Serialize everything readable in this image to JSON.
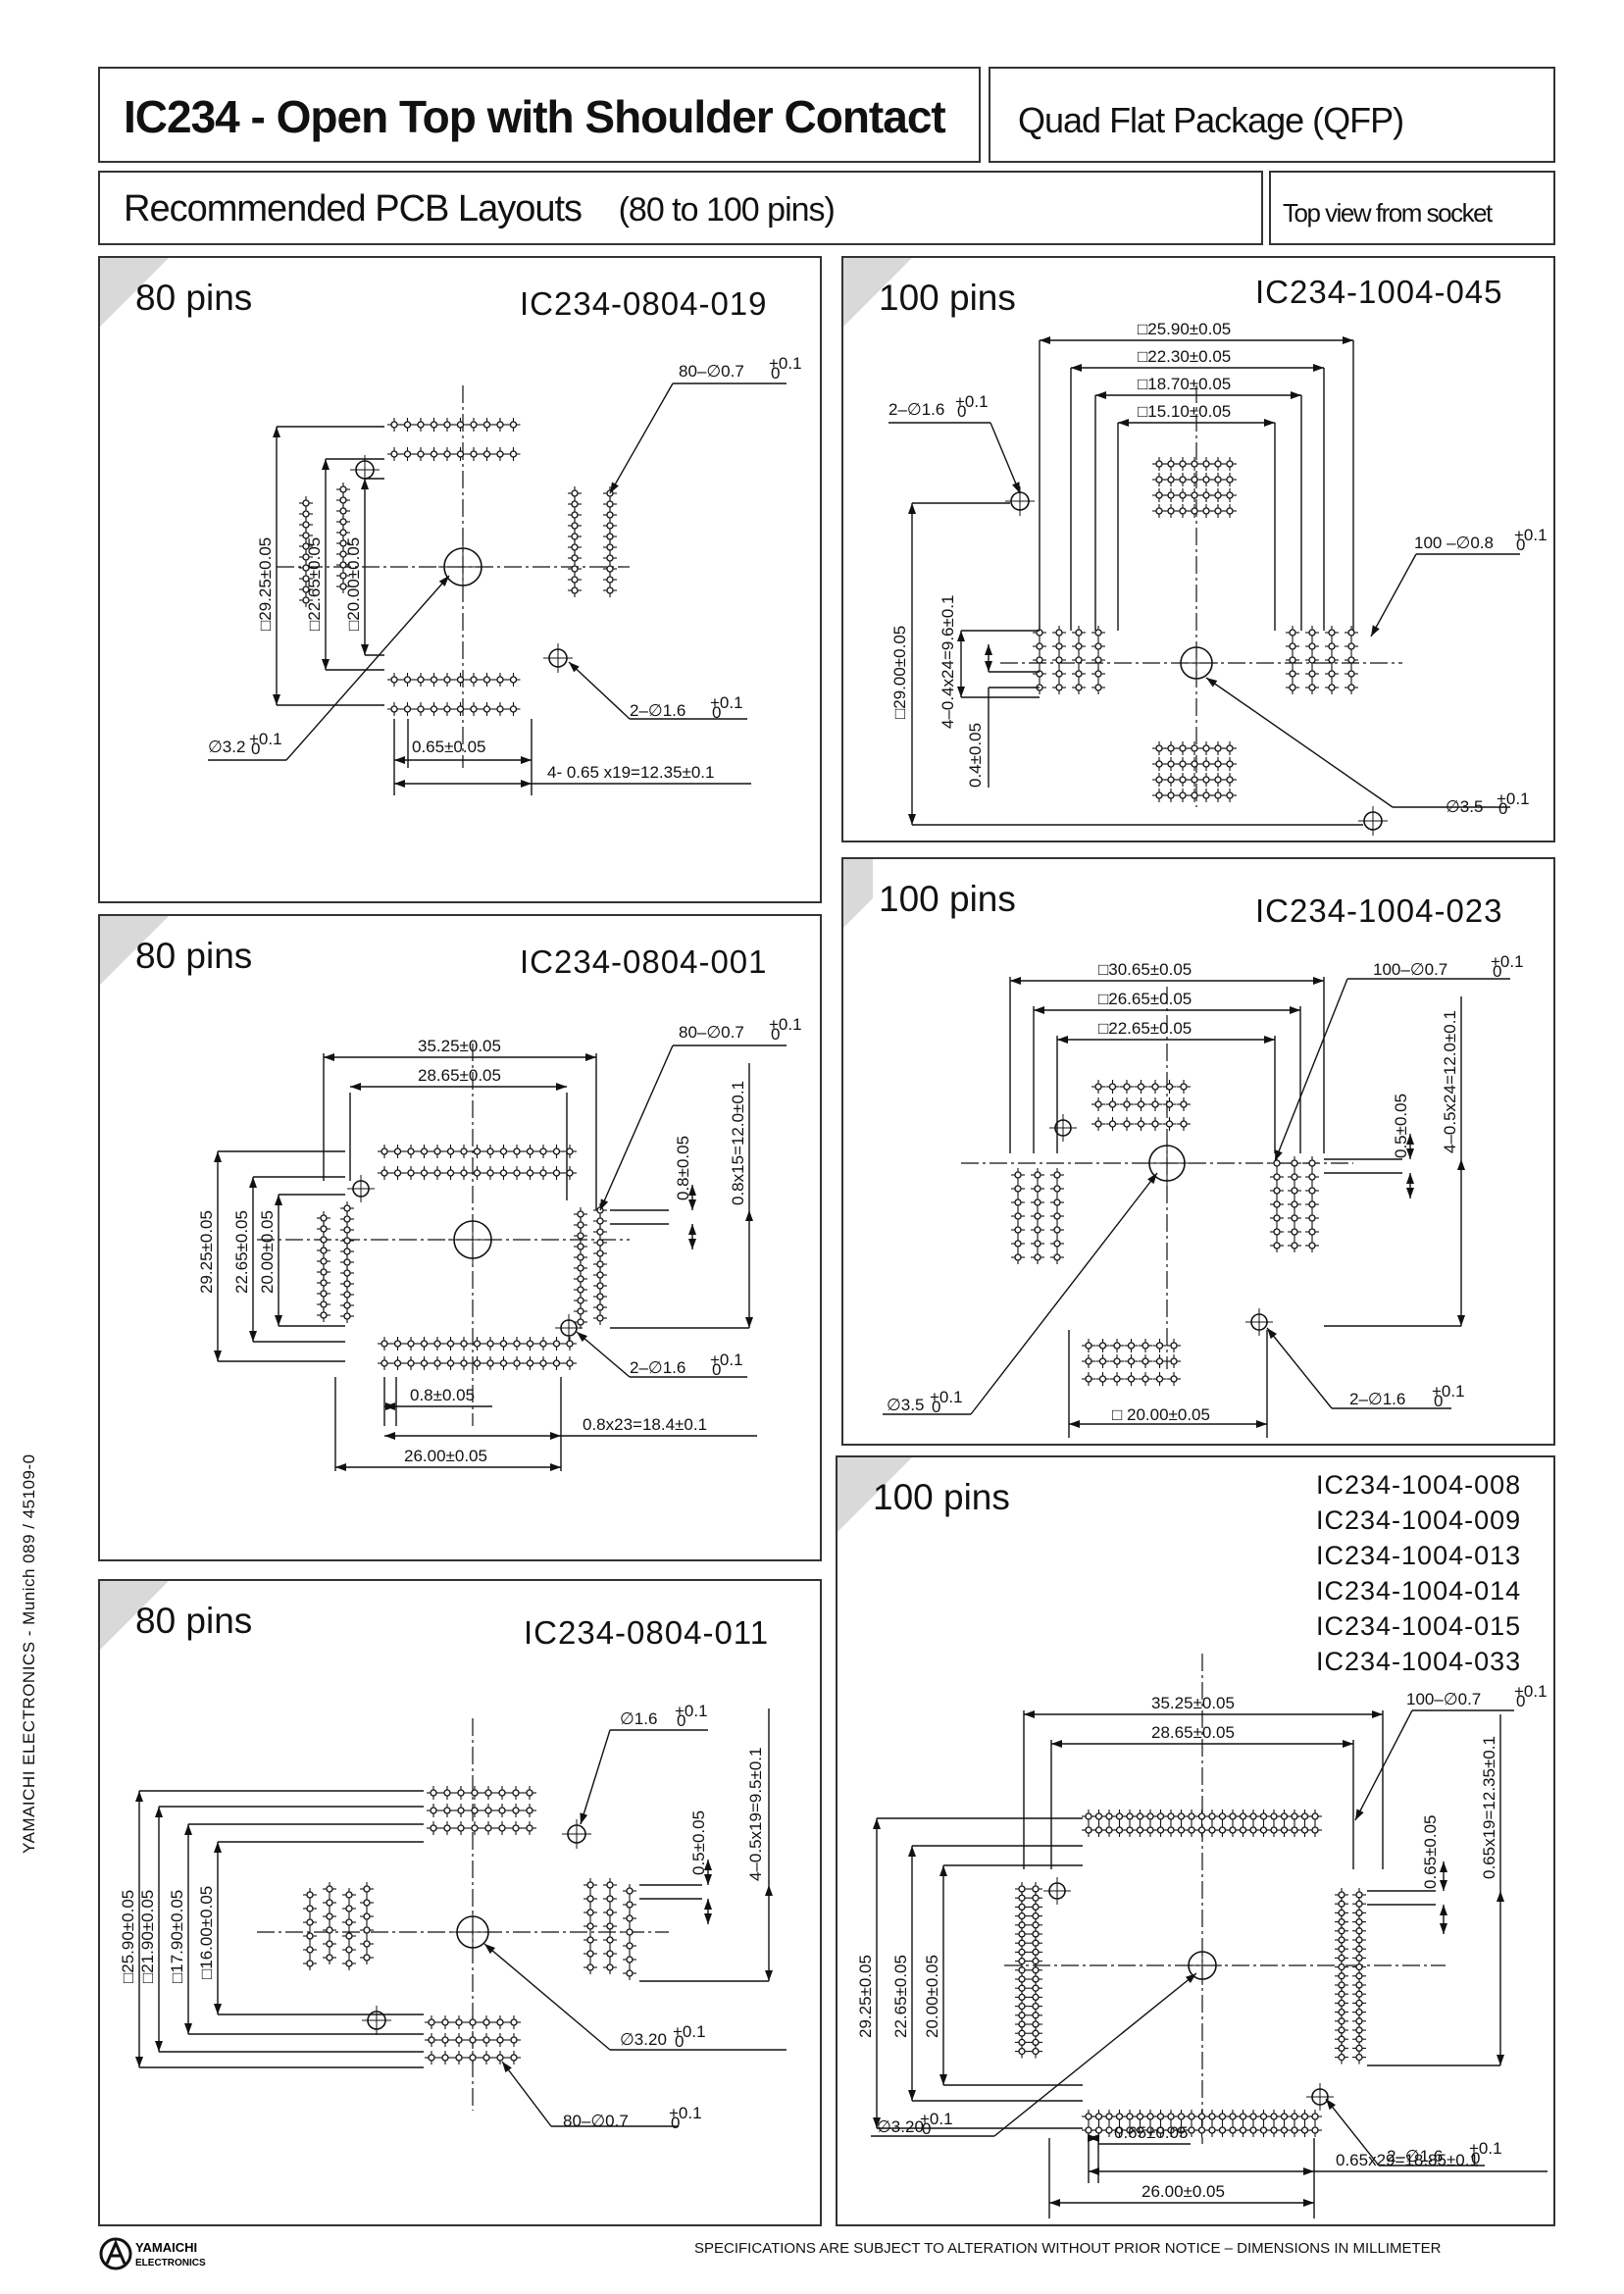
{
  "header": {
    "main_title": "IC234 - Open Top with Shoulder Contact",
    "package_type": "Quad Flat Package (QFP)",
    "sub_title": "Recommended PCB Layouts",
    "pin_range": "(80 to 100 pins)",
    "view_note": "Top view from socket"
  },
  "panels": [
    {
      "pins": "80 pins",
      "code": "IC234-0804-019",
      "dims": [
        "80–∅0.7",
        "□29.25±0.05",
        "□22.65±0.05",
        "□20.00±0.05",
        "2–∅1.6",
        "∅3.2",
        "0.65±0.05",
        "4- 0.65 x19=12.35±0.1"
      ]
    },
    {
      "pins": "100 pins",
      "code": "IC234-1004-045",
      "dims": [
        "□25.90±0.05",
        "□22.30±0.05",
        "□18.70±0.05",
        "□15.10±0.05",
        "2–∅1.6",
        "100 –∅0.8",
        "□29.00±0.05",
        "4–0.4x24=9.6±0.1",
        "0.4±0.05",
        "∅3.5"
      ]
    },
    {
      "pins": "80 pins",
      "code": "IC234-0804-001",
      "dims": [
        "35.25±0.05",
        "28.65±0.05",
        "80–∅0.7",
        "0.8±0.05",
        "0.8x15=12.0±0.1",
        "29.25±0.05",
        "22.65±0.05",
        "20.00±0.05",
        "2–∅1.6",
        "0.8±0.05",
        "0.8x23=18.4±0.1",
        "26.00±0.05"
      ]
    },
    {
      "pins": "100 pins",
      "code": "IC234-1004-023",
      "dims": [
        "□30.65±0.05",
        "□26.65±0.05",
        "□22.65±0.05",
        "100–∅0.7",
        "0.5±0.05",
        "4–0.5x24=12.0±0.1",
        "∅3.5",
        "□ 20.00±0.05",
        "2–∅1.6"
      ]
    },
    {
      "pins": "80 pins",
      "code": "IC234-0804-011",
      "dims": [
        "∅1.6",
        "0.5±0.05",
        "4–0.5x19=9.5±0.1",
        "□25.90±0.05",
        "□21.90±0.05",
        "□17.90±0.05",
        "□16.00±0.05",
        "∅3.20",
        "80–∅0.7"
      ]
    },
    {
      "pins": "100 pins",
      "codes": [
        "IC234-1004-008",
        "IC234-1004-009",
        "IC234-1004-013",
        "IC234-1004-014",
        "IC234-1004-015",
        "IC234-1004-033"
      ],
      "dims": [
        "35.25±0.05",
        "28.65±0.05",
        "100–∅0.7",
        "0.65±0.05",
        "0.65x19=12.35±0.1",
        "29.25±0.05",
        "22.65±0.05",
        "20.00±0.05",
        "2–∅1.6",
        "∅3.20",
        "0.65±0.05",
        "0.65x29=18.85±0.1",
        "26.00±0.05"
      ]
    }
  ],
  "tolerance_sup": "+0.1",
  "tolerance_sub": "0",
  "sidebar": {
    "text": "YAMAICHI ELECTRONICS    -    Munich 089 / 45109-0"
  },
  "footer": {
    "logo_text": "YAMAICHI ELECTRONICS",
    "notice": "SPECIFICATIONS ARE SUBJECT TO ALTERATION WITHOUT PRIOR NOTICE   –   DIMENSIONS IN MILLIMETER"
  }
}
